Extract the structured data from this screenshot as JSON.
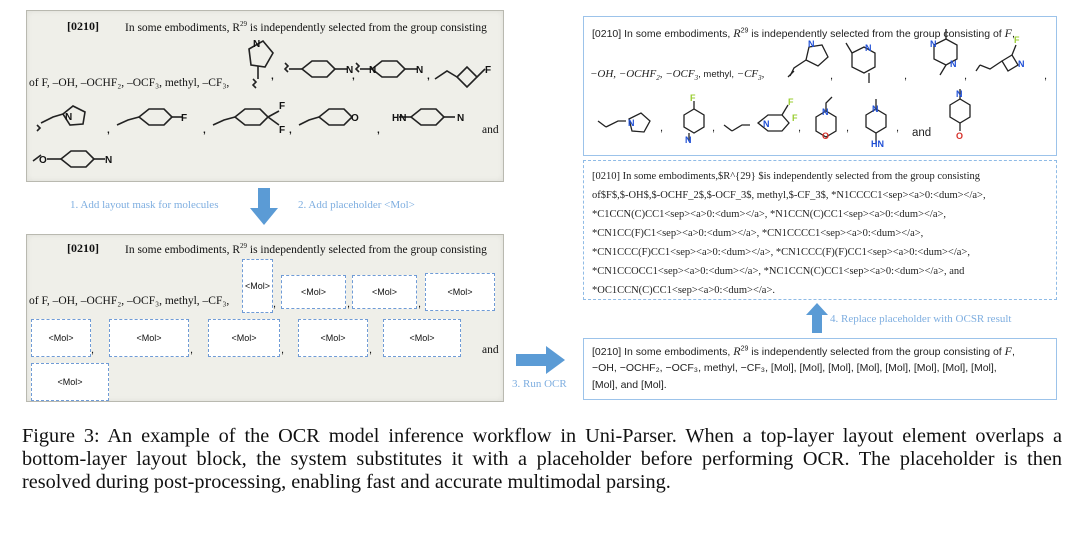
{
  "left_top": {
    "ref": "[0210]",
    "line1": "In some embodiments, R",
    "line1_sup": "29",
    "line1_rest": " is independently selected from the group consisting",
    "line2": "of F, –OH, –OCHF₂, –OCF₃, methyl, –CF₃,",
    "and_text": "and"
  },
  "left_bottom": {
    "ref": "[0210]",
    "line1": "In some embodiments, R",
    "line1_sup": "29",
    "line1_rest": " is independently selected from the group consisting",
    "line2": "of F, –OH, –OCHF₂, –OCF₃, methyl, –CF₃,",
    "and_text": "and",
    "placeholder": "<Mol>"
  },
  "steps": {
    "step1": "1. Add layout mask for molecules",
    "step2": "2. Add placeholder <Mol>",
    "step3": "3. Run OCR",
    "step4": "4. Replace placeholder with OCSR result"
  },
  "panel_top": {
    "line1_a": "[0210] In some embodiments, ",
    "line1_r": "R",
    "line1_sup": "29",
    "line1_b": " is independently selected from the group consisting of ",
    "line1_f": "F",
    "line1_end": ",",
    "line2_math": "−OH, −OCHF",
    "line2_sub1": "2",
    "line2_math2": ", −OCF",
    "line2_sub2": "3",
    "line2_mid": ", methyl, ",
    "line2_math3": "−CF",
    "line2_sub3": "3",
    "line2_end": ",",
    "and_text": "and"
  },
  "panel_mid": {
    "lines": [
      "[0210] In some embodiments,$R^{29} $is independently selected from the group consisting",
      "of$F$,$-OH$,$-OCHF_2$,$-OCF_3$, methyl,$-CF_3$, *N1CCCC1<sep><a>0:<dum></a>,",
      "*C1CCN(C)CC1<sep><a>0:<dum></a>, *N1CCN(C)CC1<sep><a>0:<dum></a>,",
      "*CN1CC(F)C1<sep><a>0:<dum></a>, *CN1CCCC1<sep><a>0:<dum></a>,",
      "*CN1CCC(F)CC1<sep><a>0:<dum></a>, *CN1CCC(F)(F)CC1<sep><a>0:<dum></a>,",
      "*CN1CCOCC1<sep><a>0:<dum></a>, *NC1CCN(C)CC1<sep><a>0:<dum></a>, and",
      "*OC1CCN(C)CC1<sep><a>0:<dum></a>."
    ]
  },
  "panel_bottom": {
    "line1_a": "[0210] In some embodiments, ",
    "line1_r": "R",
    "line1_sup": "29",
    "line1_b": " is independently selected from the group consisting of ",
    "line1_f": "F",
    "line1_end": ",",
    "line2": "−OH, −OCHF₂, −OCF₃, methyl, −CF₃, [Mol], [Mol], [Mol], [Mol], [Mol], [Mol], [Mol], [Mol],",
    "line3": "[Mol], and [Mol]."
  },
  "caption": "Figure 3: An example of the OCR model inference workflow in Uni-Parser. When a top-layer layout element overlaps a bottom-layer layout block, the system substitutes it with a placeholder before performing OCR. The placeholder is then resolved during post-processing, enabling fast and accurate multimodal parsing.",
  "colors": {
    "arrow": "#5b9bd5",
    "step_text": "#7eaee0",
    "panel_border": "#9cc3ea",
    "scan_bg": "#efefe9",
    "atom_blue": "#1f4fd6",
    "atom_red": "#d6302a",
    "atom_fluorine": "#9acd32"
  }
}
